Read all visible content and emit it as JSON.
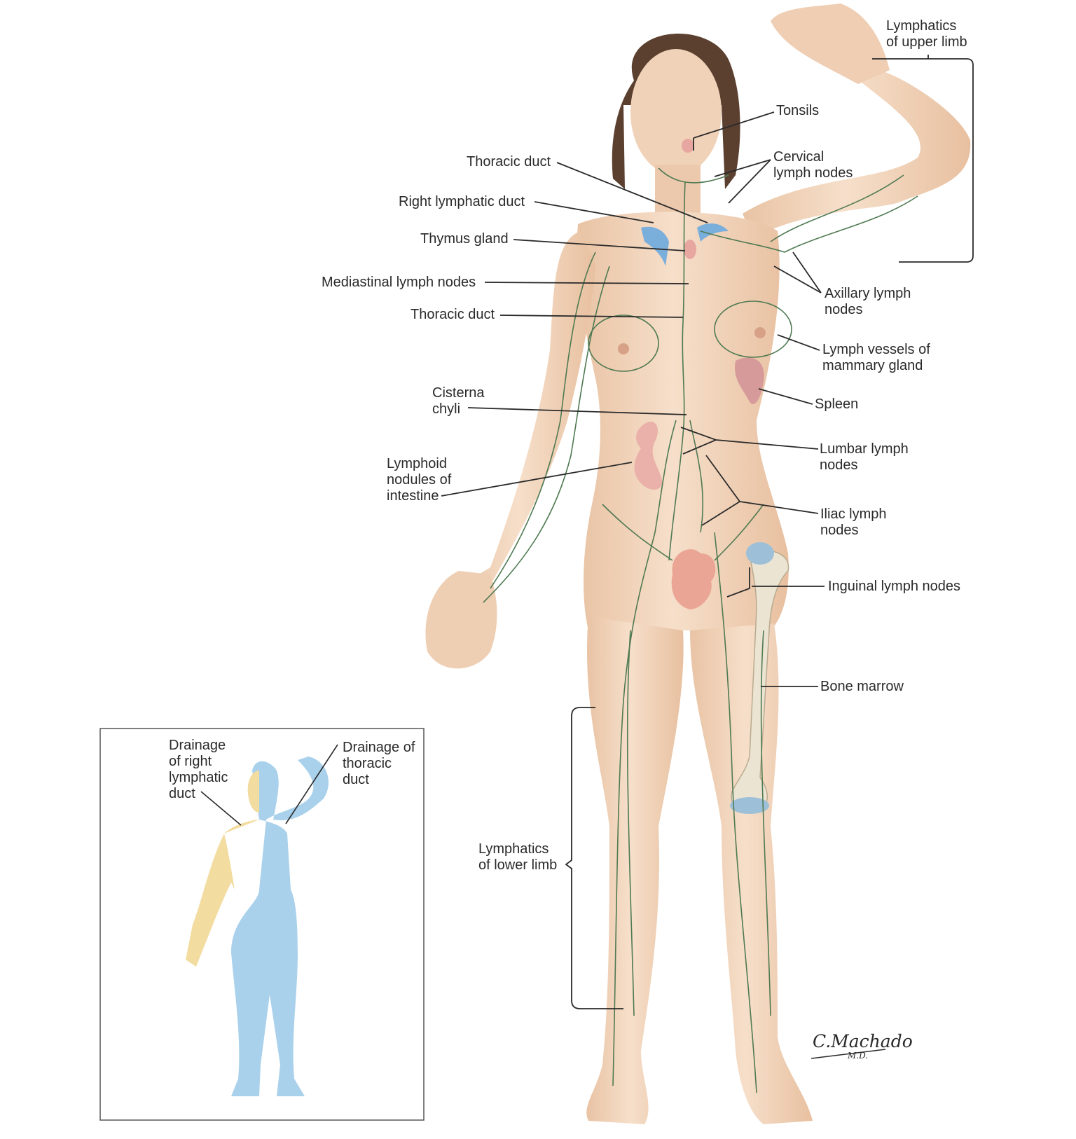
{
  "labels": {
    "upper_limb": "Lymphatics\nof upper limb",
    "tonsils": "Tonsils",
    "thoracic_duct_top": "Thoracic duct",
    "cervical": "Cervical\nlymph nodes",
    "right_lymphatic_duct": "Right lymphatic duct",
    "thymus": "Thymus gland",
    "mediastinal": "Mediastinal lymph nodes",
    "thoracic_duct_mid": "Thoracic duct",
    "axillary": "Axillary lymph\nnodes",
    "mammary": "Lymph vessels of\nmammary gland",
    "cisterna": "Cisterna\nchyli",
    "spleen": "Spleen",
    "lumbar": "Lumbar lymph\nnodes",
    "lymphoid": "Lymphoid\nnodules of\nintestine",
    "iliac": "Iliac lymph\nnodes",
    "inguinal": "Inguinal lymph nodes",
    "bone_marrow": "Bone marrow",
    "lower_limb": "Lymphatics\nof lower limb"
  },
  "inset": {
    "right_duct_label": "Drainage\nof right\nlymphatic\nduct",
    "thoracic_label": "Drainage of\nthoracic\nduct",
    "right_duct_color": "#f2dca0",
    "thoracic_color": "#a9d1ec"
  },
  "signature": {
    "name": "C.Machado",
    "suffix": "M.D."
  },
  "colors": {
    "skin": "#f3d9c2",
    "lymph": "#4f7a52",
    "duct_blue": "#7aaedb"
  }
}
